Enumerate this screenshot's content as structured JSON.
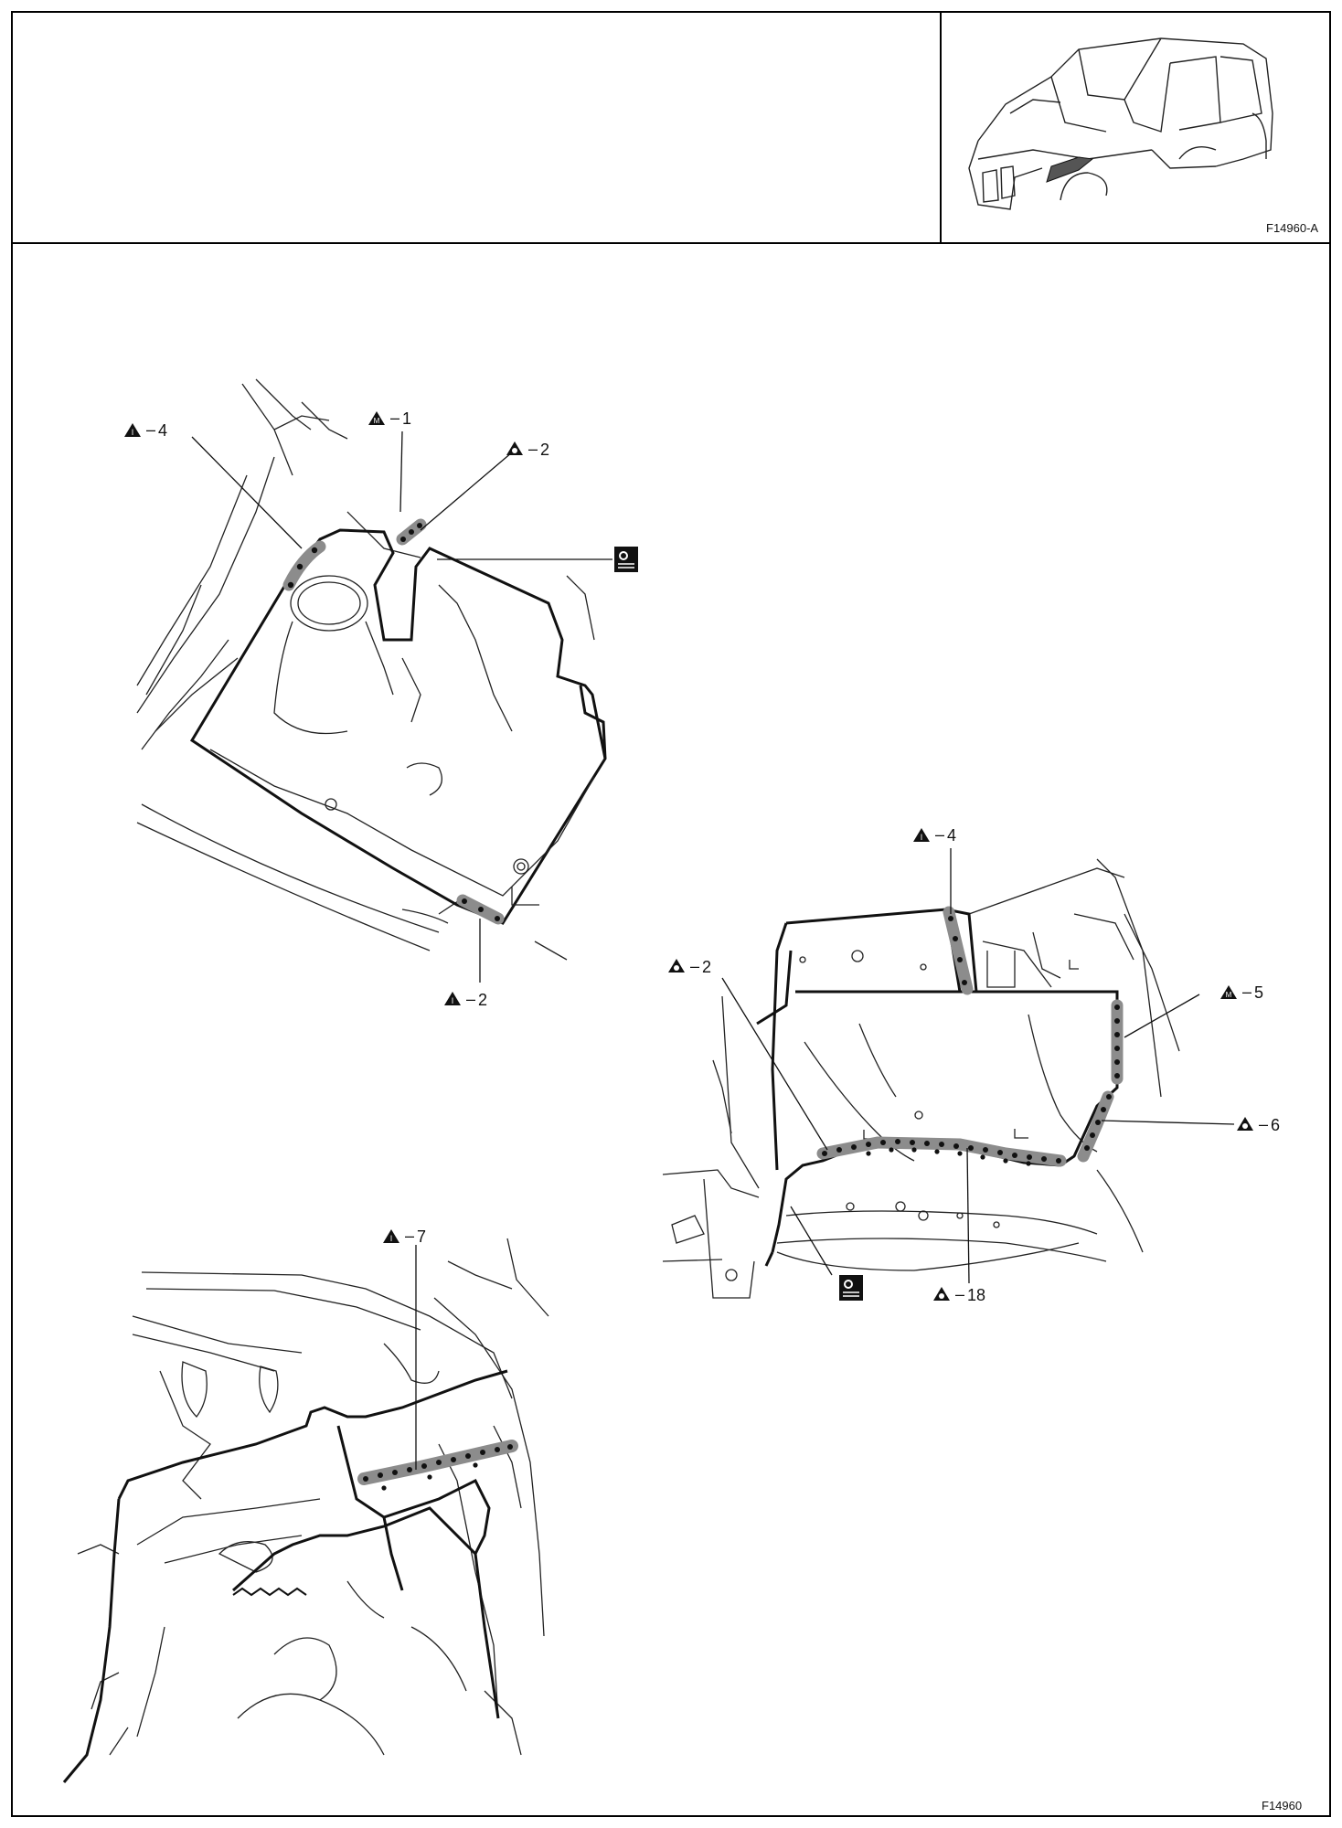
{
  "header": {
    "locator_code": "F14960-A"
  },
  "footer": {
    "figure_code": "F14960"
  },
  "callouts": {
    "d1_i4": "4",
    "d1_m1": "1",
    "d1_o2": "2",
    "d1_i2": "2",
    "d2_i4": "4",
    "d2_o2": "2",
    "d2_m5": "5",
    "d2_o6": "6",
    "d2_o18": "18",
    "d3_i7": "7"
  },
  "symbols": {
    "I": "I",
    "M": "M",
    "O": "O"
  },
  "colors": {
    "line": "#111111",
    "weld_band": "#8c8c8c",
    "weld_dot": "#111111",
    "background": "#ffffff"
  }
}
